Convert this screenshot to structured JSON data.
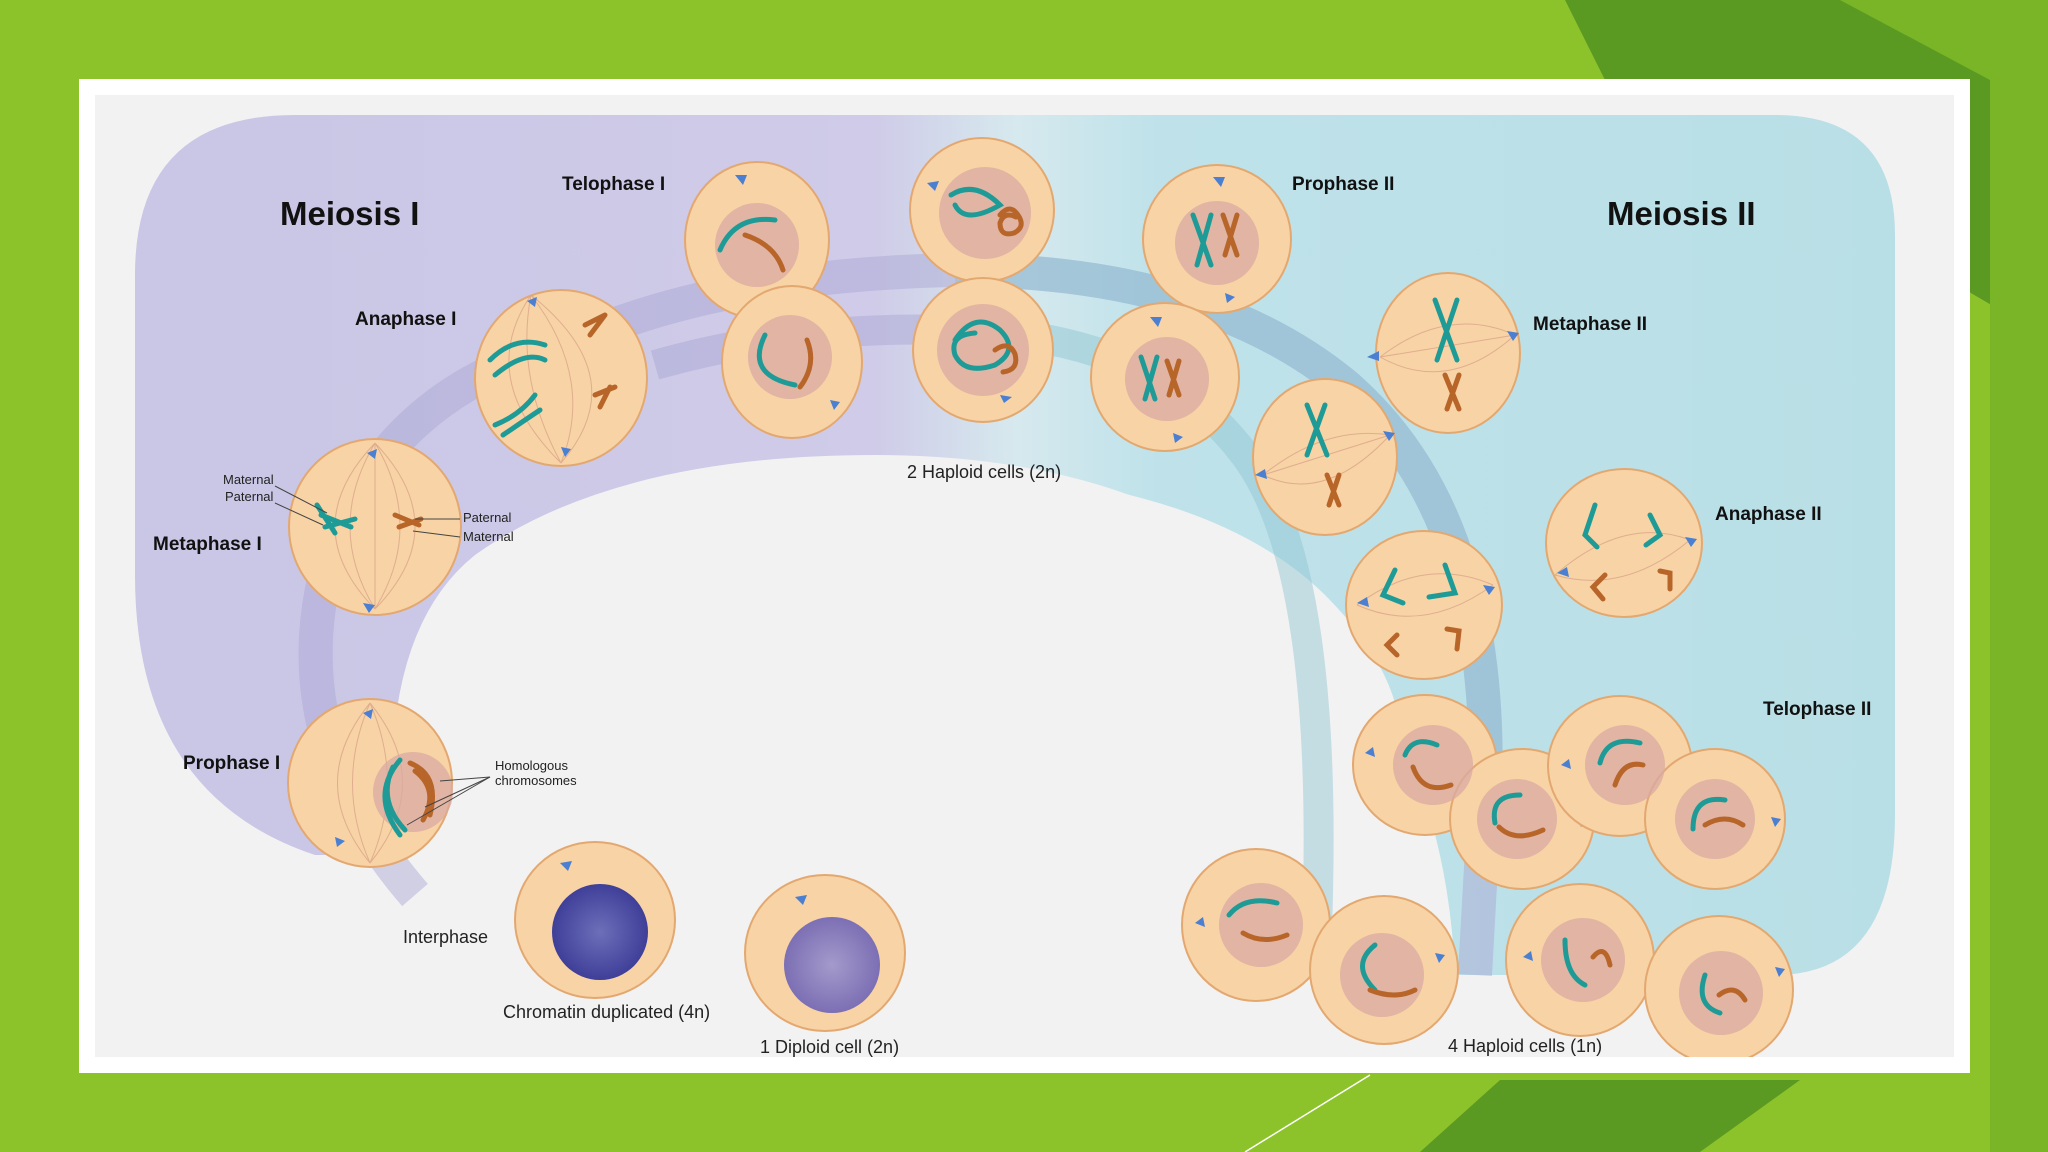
{
  "colors": {
    "slide_background": "#8dc32a",
    "slide_accent_dark": "#4e8f1c",
    "meiosis1_region": "#c9c6e6",
    "meiosis2_region": "#b9dfe6",
    "cell_fill": "#f8d3a5",
    "chromosome_teal": "#1f9b97",
    "chromosome_brown": "#b8652a"
  },
  "diagram": {
    "title_meiosis1": "Meiosis I",
    "title_meiosis2": "Meiosis II",
    "stages": {
      "telophase1": "Telophase I",
      "anaphase1": "Anaphase I",
      "metaphase1": "Metaphase I",
      "prophase1": "Prophase I",
      "interphase": "Interphase",
      "prophase2": "Prophase II",
      "metaphase2": "Metaphase II",
      "anaphase2": "Anaphase II",
      "telophase2": "Telophase II"
    },
    "captions": {
      "haploid2": "2 Haploid cells (2n)",
      "chromatin": "Chromatin duplicated (4n)",
      "diploid": "1 Diploid cell (2n)",
      "haploid4": "4 Haploid cells (1n)"
    },
    "annotations": {
      "maternal_left": "Maternal",
      "paternal_left": "Paternal",
      "paternal_right": "Paternal",
      "maternal_right": "Maternal",
      "homologous_line1": "Homologous",
      "homologous_line2": "chromosomes"
    }
  }
}
